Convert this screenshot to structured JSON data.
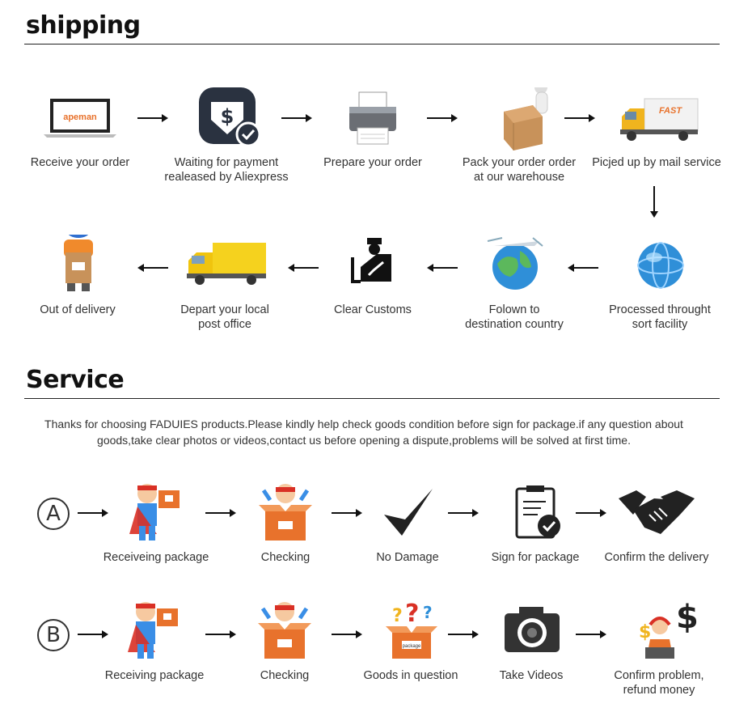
{
  "shipping": {
    "title": "shipping",
    "steps": [
      {
        "label": "Receive your order",
        "icon": "laptop-icon",
        "brand": "apeman"
      },
      {
        "label": "Waiting for payment\nrealeased by Aliexpress",
        "icon": "payment-shield-icon"
      },
      {
        "label": "Prepare your order",
        "icon": "printer-icon"
      },
      {
        "label": "Pack your order order\nat our warehouse",
        "icon": "package-worker-icon"
      },
      {
        "label": "Picjed up by mail service",
        "icon": "delivery-truck-icon",
        "truck_text": "FAST"
      },
      {
        "label": "Processed throught\nsort facility",
        "icon": "globe-blue-icon"
      },
      {
        "label": "Folown to\ndestination country",
        "icon": "globe-plane-icon"
      },
      {
        "label": "Clear Customs",
        "icon": "customs-officer-icon"
      },
      {
        "label": "Depart your local\npost office",
        "icon": "yellow-truck-icon"
      },
      {
        "label": "Out of delivery",
        "icon": "courier-icon"
      }
    ]
  },
  "service": {
    "title": "Service",
    "notice_line1": "Thanks for choosing FADUIES products.Please kindly help check goods condition before sign for package.if any question about",
    "notice_line2": "goods,take clear photos or videos,contact us before opening a dispute,problems will be solved at first time.",
    "row_a": {
      "letter": "A",
      "steps": [
        {
          "label": "Receiveing package",
          "icon": "hero-box-icon"
        },
        {
          "label": "Checking",
          "icon": "hero-open-box-icon"
        },
        {
          "label": "No Damage",
          "icon": "checkmark-icon"
        },
        {
          "label": "Sign for package",
          "icon": "clipboard-check-icon"
        },
        {
          "label": "Confirm the delivery",
          "icon": "handshake-icon"
        }
      ]
    },
    "row_b": {
      "letter": "B",
      "steps": [
        {
          "label": "Receiving package",
          "icon": "hero-box-icon"
        },
        {
          "label": "Checking",
          "icon": "hero-open-box-icon"
        },
        {
          "label": "Goods in question",
          "icon": "question-box-icon",
          "box_text": "package"
        },
        {
          "label": "Take Videos",
          "icon": "camera-icon"
        },
        {
          "label": "Confirm problem,\nrefund money",
          "icon": "support-agent-icon"
        }
      ]
    }
  },
  "colors": {
    "accent_orange": "#e8722c",
    "box_brown": "#c8925a",
    "truck_yellow": "#f5d21e",
    "globe_blue": "#2f8fd8"
  }
}
